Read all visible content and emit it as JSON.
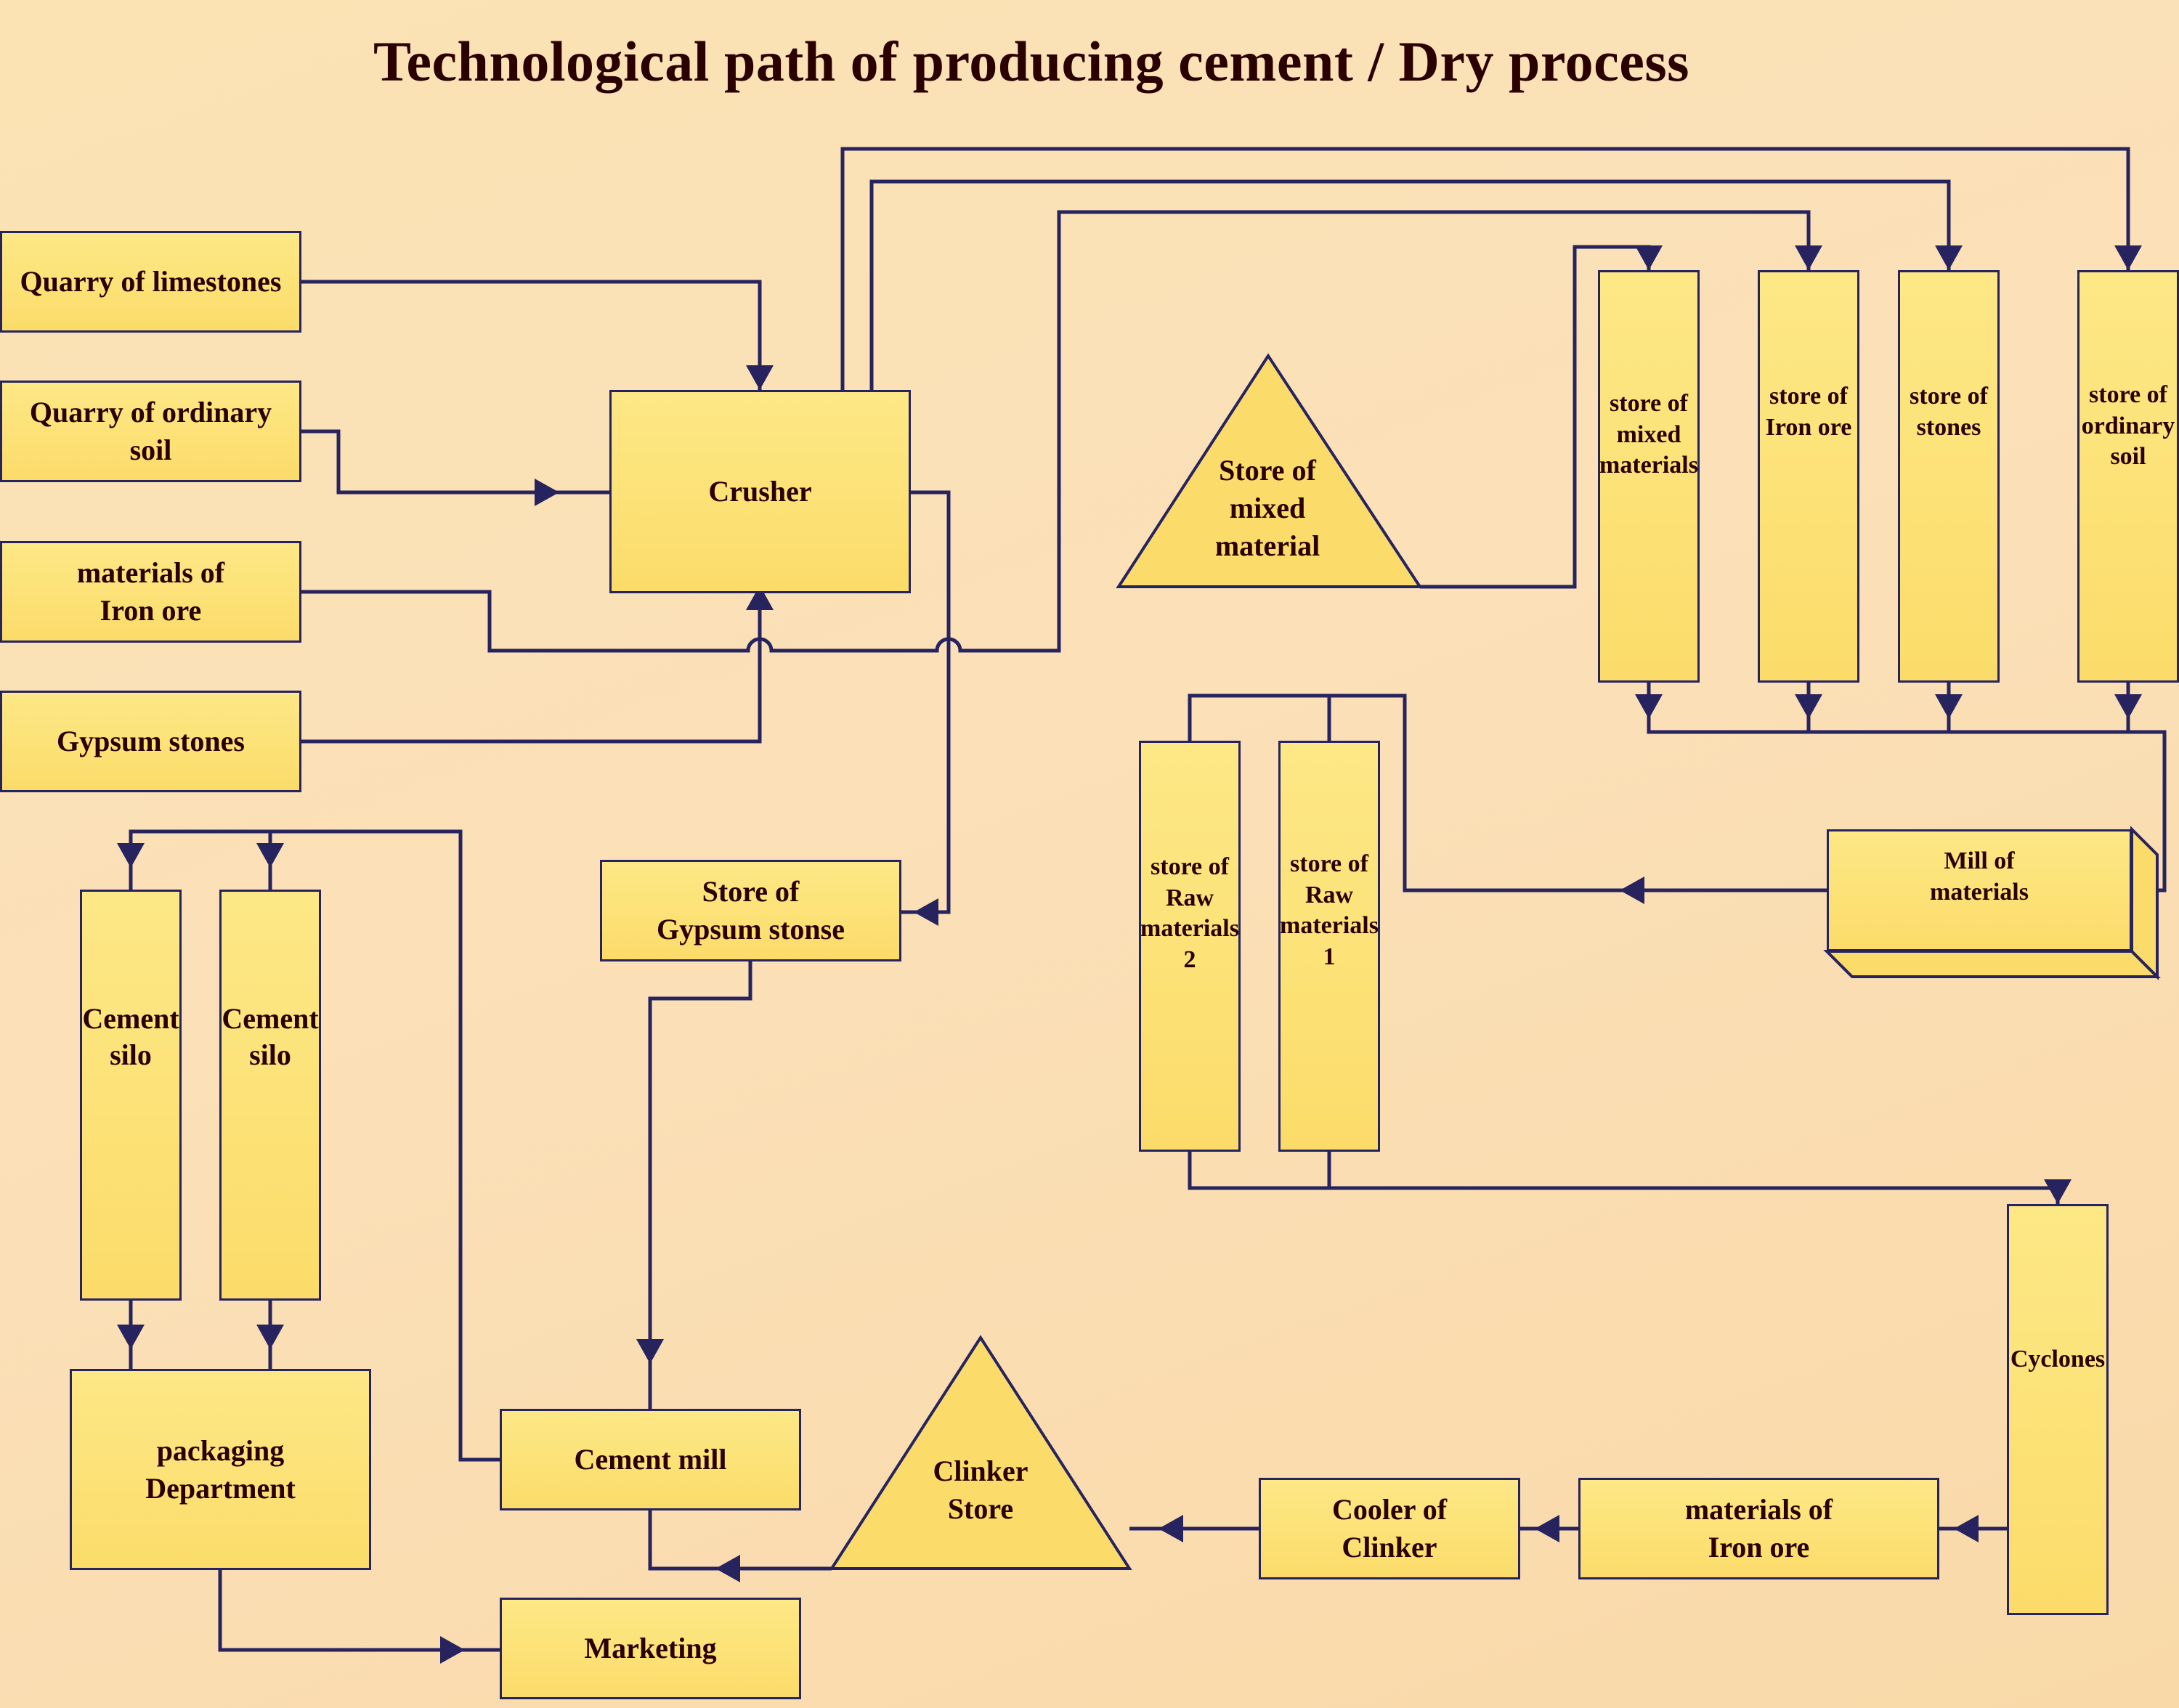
{
  "title": "Technological path of producing cement / Dry process",
  "colors": {
    "line": "#27235f",
    "fill": "#fbdc6a",
    "text": "#2a0000"
  },
  "nodes": {
    "quarry_limestones": "Quarry of limestones",
    "quarry_soil": "Quarry of ordinary\nsoil",
    "materials_iron_ore_top": "materials of\nIron ore",
    "gypsum_stones": "Gypsum stones",
    "crusher": "Crusher",
    "store_mixed_material": "Store of\nmixed\nmaterial",
    "store_mixed_materials": "store of\nmixed\nmaterials",
    "store_iron_ore": "store of\nIron ore",
    "store_stones": "store of\nstones",
    "store_ordinary_soil": "store of\nordinary\nsoil",
    "mill_of_materials": "Mill of\nmaterials",
    "store_raw_2": "store of\nRaw\nmaterials\n2",
    "store_raw_1": "store of\nRaw\nmaterials\n1",
    "store_gypsum": "Store of\nGypsum stonse",
    "cement_silo_1": "Cement\nsilo",
    "cement_silo_2": "Cement\nsilo",
    "packaging": "packaging\nDepartment",
    "cement_mill": "Cement mill",
    "marketing": "Marketing",
    "clinker_store": "Clinker\nStore",
    "cooler": "Cooler of\nClinker",
    "materials_iron_ore_bottom": "materials of\nIron ore",
    "cyclones": "Cyclones"
  }
}
